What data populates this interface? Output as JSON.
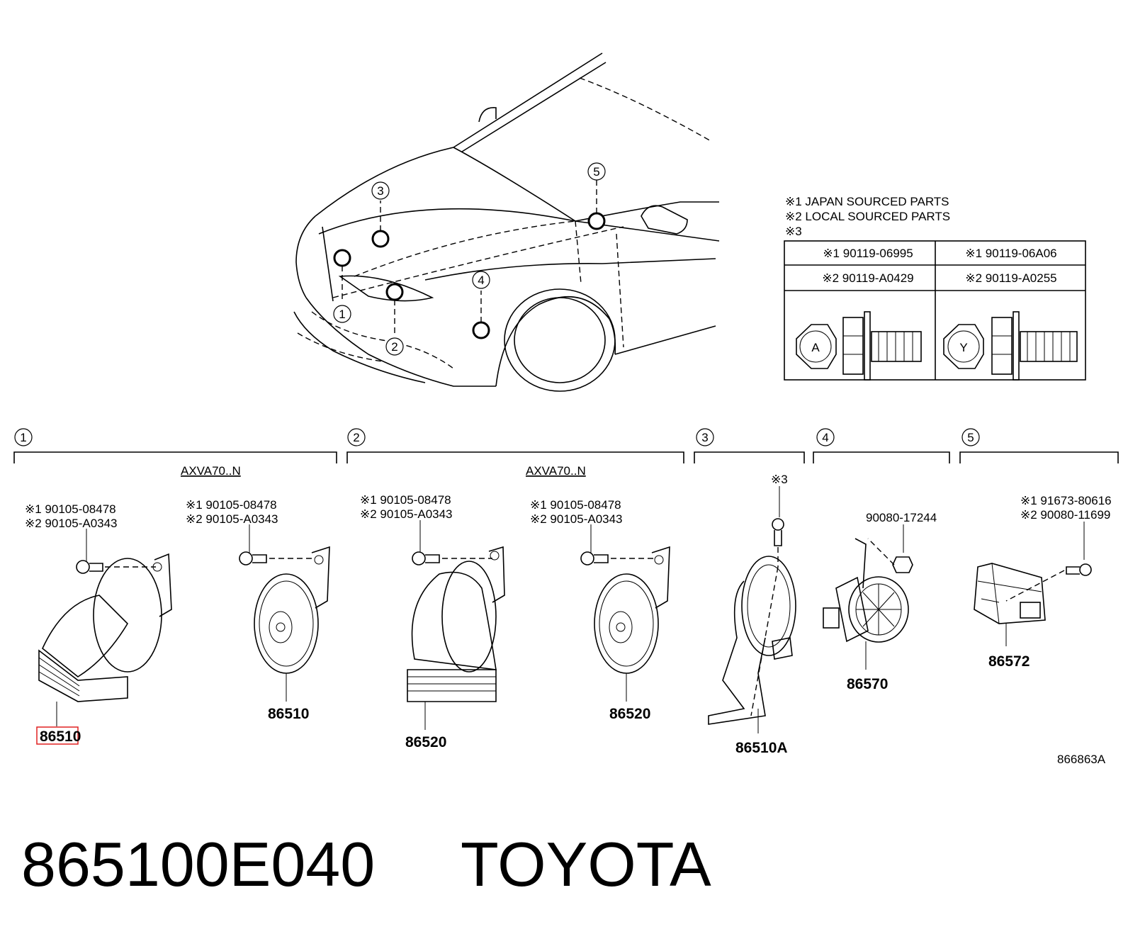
{
  "legend": {
    "note1": "※1 JAPAN SOURCED PARTS",
    "note2": "※2 LOCAL SOURCED PARTS",
    "note3": "※3",
    "table": {
      "row1": [
        "※1 90119-06995",
        "※1 90119-06A06"
      ],
      "row2": [
        "※2 90119-A0429",
        "※2 90119-A0255"
      ],
      "icons": [
        "A",
        "Y"
      ]
    }
  },
  "locations": [
    "1",
    "2",
    "3",
    "4",
    "5"
  ],
  "groups": [
    {
      "num": "1",
      "model": "AXVA70..N"
    },
    {
      "num": "2",
      "model": "AXVA70..N"
    },
    {
      "num": "3"
    },
    {
      "num": "4"
    },
    {
      "num": "5"
    }
  ],
  "parts": {
    "g1a": {
      "b1": "※1 90105-08478",
      "b2": "※2 90105-A0343",
      "pn": "86510"
    },
    "g1b": {
      "b1": "※1 90105-08478",
      "b2": "※2 90105-A0343",
      "pn": "86510"
    },
    "g2a": {
      "b1": "※1 90105-08478",
      "b2": "※2 90105-A0343",
      "pn": "86520"
    },
    "g2b": {
      "b1": "※1 90105-08478",
      "b2": "※2 90105-A0343",
      "pn": "86520"
    },
    "g3": {
      "b1": "※3",
      "pn": "86510A"
    },
    "g4": {
      "b1": "90080-17244",
      "pn": "86570"
    },
    "g5": {
      "b1": "※1 91673-80616",
      "b2": "※2 90080-11699",
      "pn": "86572"
    }
  },
  "illustration_id": "866863A",
  "footer": {
    "part_number": "865100E040",
    "brand": "TOYOTA"
  }
}
